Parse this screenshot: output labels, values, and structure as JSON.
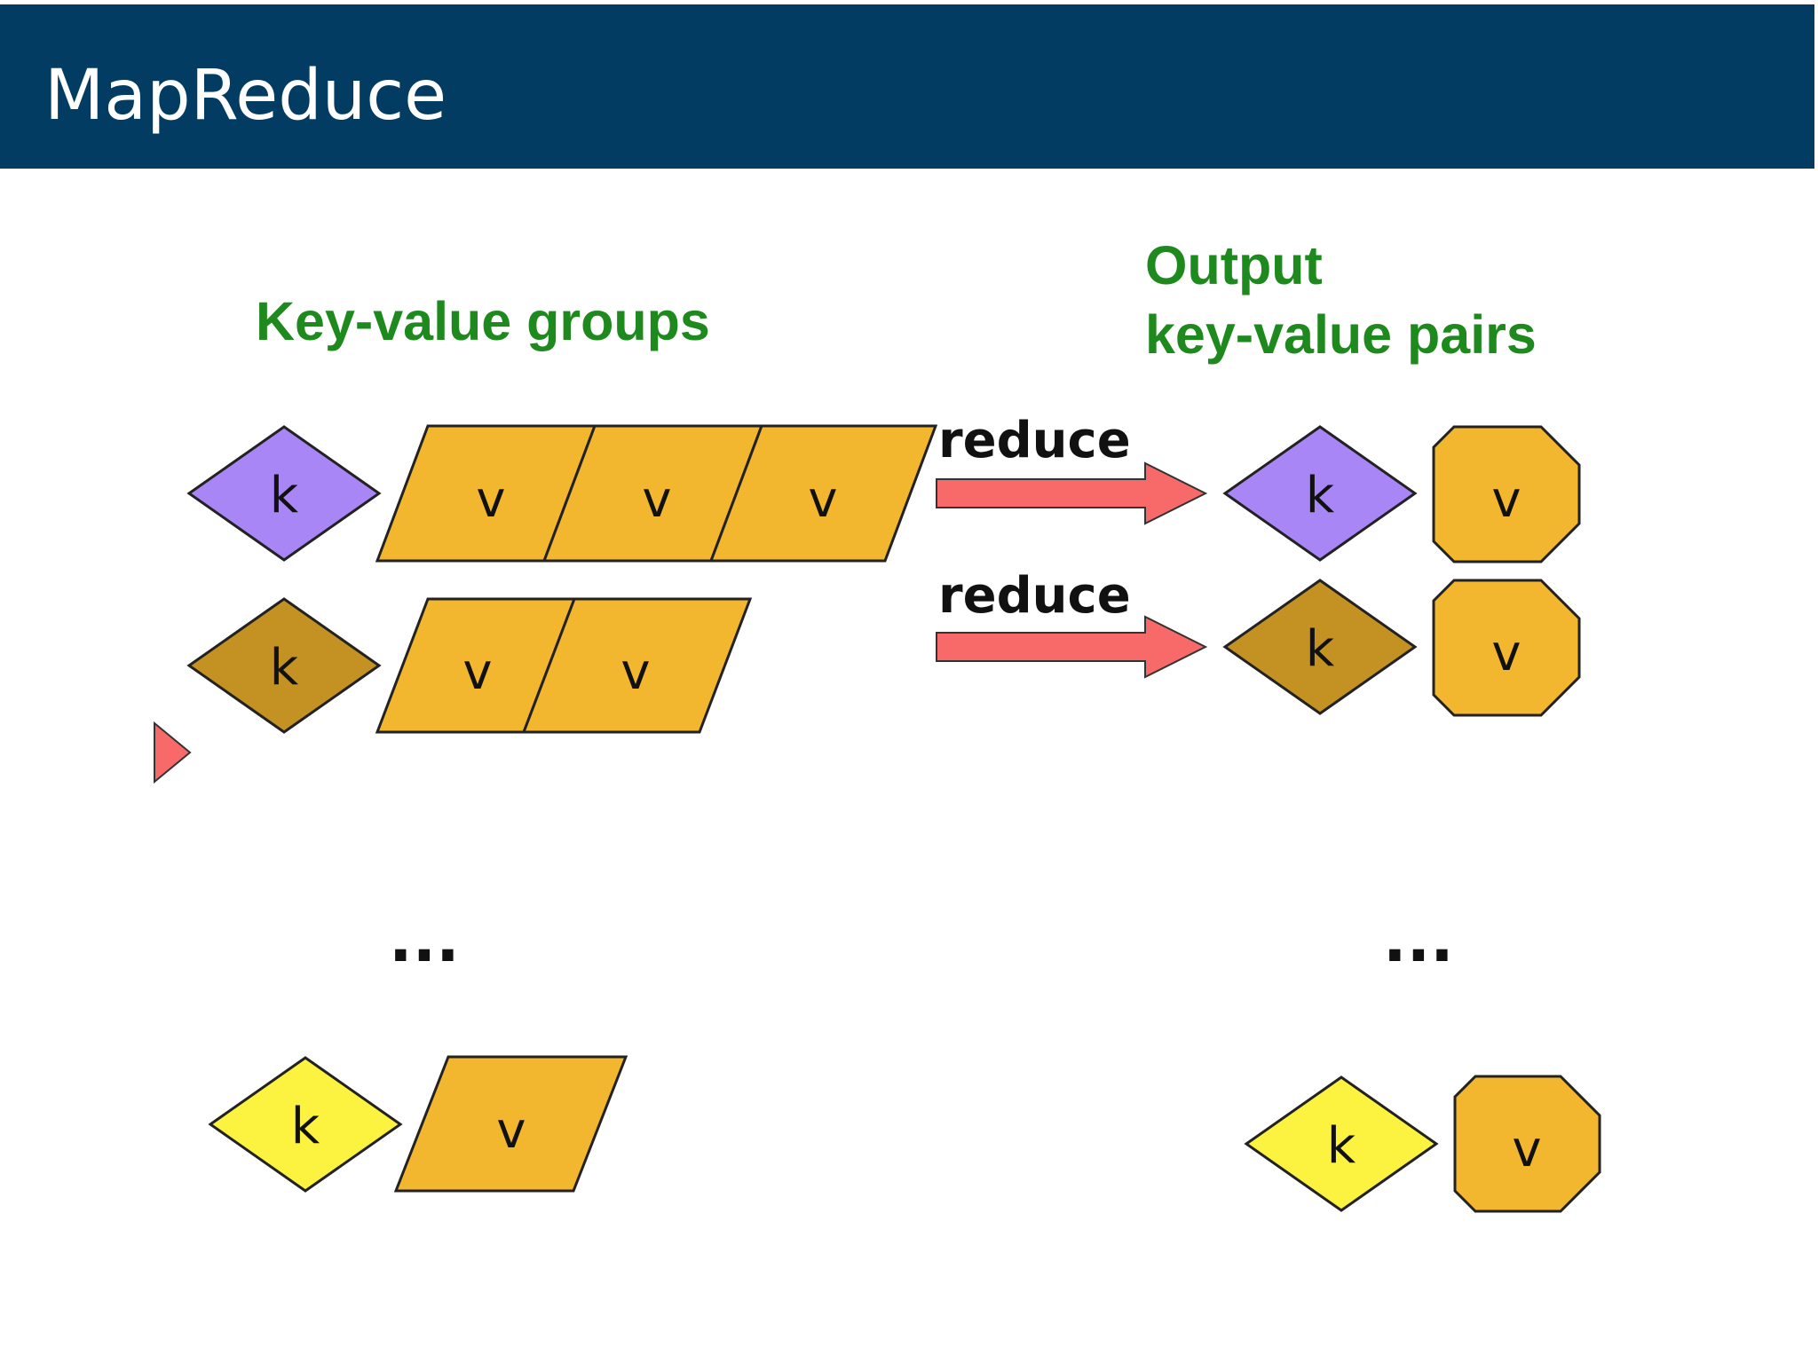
{
  "header": {
    "title": "MapReduce"
  },
  "diagram": {
    "left_heading": "Key-value groups",
    "right_heading_line1": "Output",
    "right_heading_line2": "key-value pairs",
    "operation_label": "reduce",
    "key_letter": "k",
    "value_letter": "v",
    "ellipsis": "...",
    "groups": [
      {
        "key_color": "#a986f5",
        "values": 3,
        "reduce_label": "reduce"
      },
      {
        "key_color": "#c39222",
        "values": 2,
        "reduce_label": "reduce"
      },
      {
        "key_color": "#fbf33f",
        "values": 1
      }
    ],
    "colors": {
      "header": "#023c62",
      "heading_text": "#1e8a1e",
      "value_fill": "#f2b72e",
      "arrow_fill": "#f86a6a",
      "outline": "#222222"
    }
  }
}
